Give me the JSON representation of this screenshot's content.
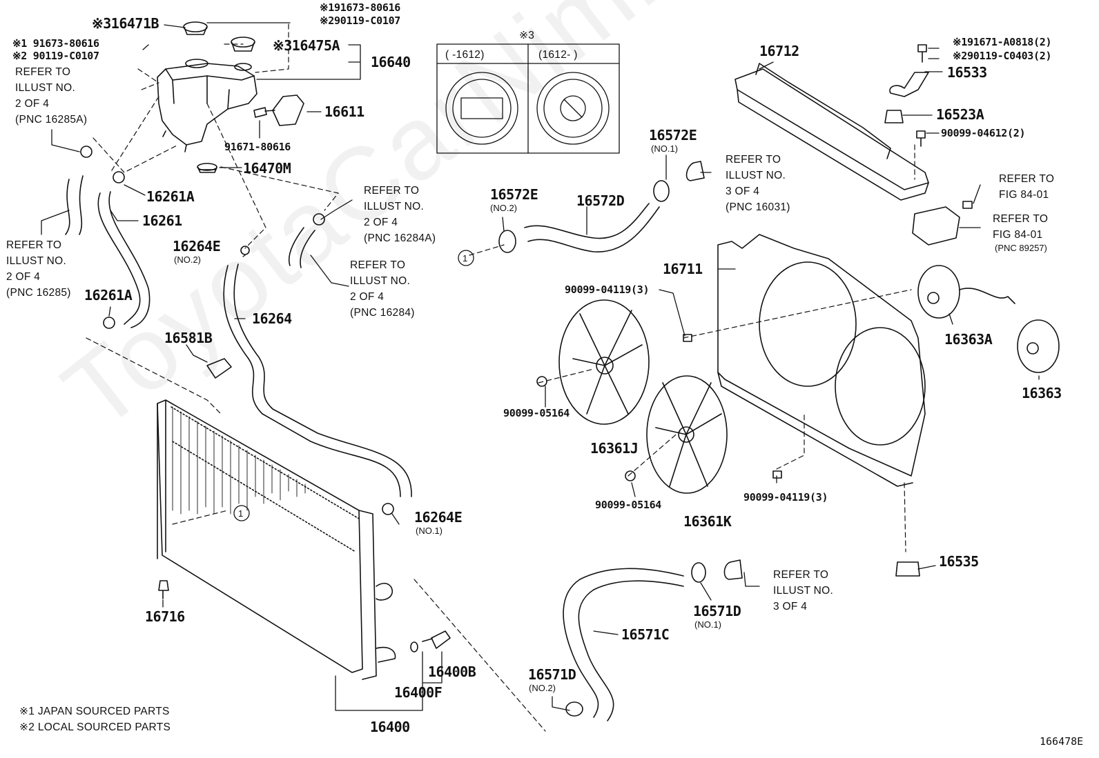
{
  "watermark": "ToyotaCarNimi.ru",
  "diagram_code": "166478E",
  "footnotes": {
    "note1": "※1 JAPAN SOURCED PARTS",
    "note2": "※2 LOCAL SOURCED PARTS"
  },
  "cap_inset": {
    "title": "※3",
    "left_header": "(      -1612)",
    "right_header": "(1612-      )"
  },
  "parts": {
    "p16471B": "※316471B",
    "p16475A": "※316475A",
    "p16640": "16640",
    "p16611": "16611",
    "p91671_80616": "91671-80616",
    "p16470M": "16470M",
    "p16261A_top": "16261A",
    "p16261": "16261",
    "p16261A_bot": "16261A",
    "p16264E_no2": "16264E",
    "p16264E_no2_sub": "(NO.2)",
    "p16264": "16264",
    "p16581B": "16581B",
    "p16264E_no1": "16264E",
    "p16264E_no1_sub": "(NO.1)",
    "p16716": "16716",
    "p16400": "16400",
    "p16400F": "16400F",
    "p16400B": "16400B",
    "p16572E_no2": "16572E",
    "p16572E_no2_sub": "(NO.2)",
    "p16572D": "16572D",
    "p16572E_no1": "16572E",
    "p16572E_no1_sub": "(NO.1)",
    "p16712": "16712",
    "p16533": "16533",
    "p16523A": "16523A",
    "p90099_04612": "90099-04612(2)",
    "p16711": "16711",
    "p90099_04119_top": "90099-04119(3)",
    "p90099_04119_bot": "90099-04119(3)",
    "p90099_05164_a": "90099-05164",
    "p90099_05164_b": "90099-05164",
    "p16361J": "16361J",
    "p16361K": "16361K",
    "p16363A": "16363A",
    "p16363": "16363",
    "p16535": "16535",
    "p16571C": "16571C",
    "p16571D_no1": "16571D",
    "p16571D_no1_sub": "(NO.1)",
    "p16571D_no2": "16571D",
    "p16571D_no2_sub": "(NO.2)",
    "bolt_top_1": "※191673-80616",
    "bolt_top_2": "※290119-C0107",
    "bolt_left_1": "※1 91673-80616",
    "bolt_left_2": "※2 90119-C0107",
    "bolt_right_1": "※191671-A0818(2)",
    "bolt_right_2": "※290119-C0403(2)",
    "circle1": "1"
  },
  "refs": {
    "ref_16285A": "REFER TO\nILLUST NO.\n2 OF 4\n(PNC 16285A)",
    "ref_16285": "REFER TO\nILLUST NO.\n2 OF 4\n(PNC 16285)",
    "ref_16284A": "REFER TO\nILLUST NO.\n2 OF 4\n(PNC 16284A)",
    "ref_16284": "REFER TO\nILLUST NO.\n2 OF 4\n(PNC 16284)",
    "ref_16031": "REFER TO\nILLUST NO.\n3 OF 4\n(PNC 16031)",
    "ref_3of4": "REFER TO\nILLUST NO.\n3 OF 4",
    "ref_fig84_a": "REFER TO\nFIG 84-01",
    "ref_fig84_b": "REFER TO\nFIG 84-01",
    "ref_89257": "(PNC 89257)"
  }
}
